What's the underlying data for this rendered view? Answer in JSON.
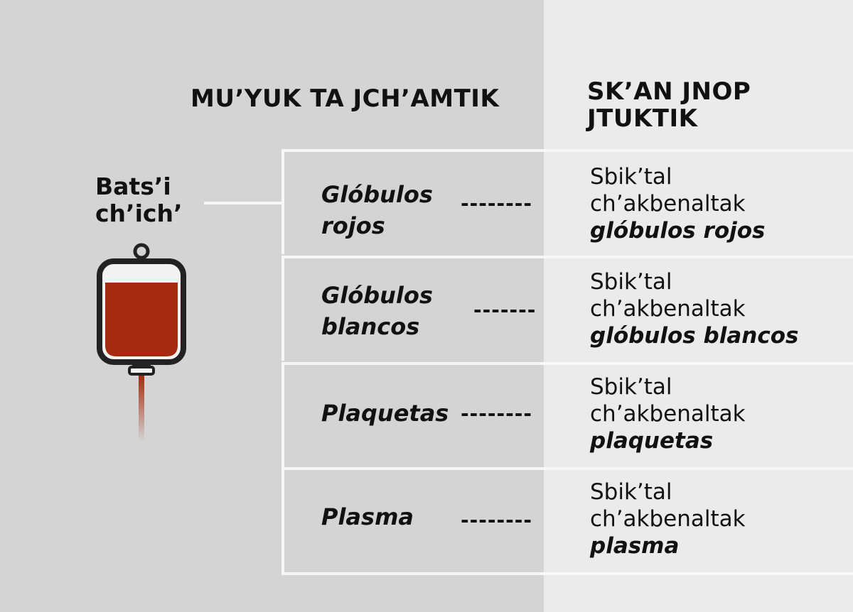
{
  "header": {
    "left_title": "MU’YUK TA JCH’AMTIK",
    "right_title": "SK’AN JNOP JTUKTIK"
  },
  "whole": {
    "label": "Bats’i ch’ich’",
    "icon": "blood-bag-icon",
    "blood_color": "#a52a0f"
  },
  "rows": [
    {
      "component": "Glóbulos rojos",
      "dashes": "--------",
      "line1": "Sbik’tal",
      "line2": "ch’akbenaltak",
      "emph": "glóbulos rojos"
    },
    {
      "component": "Glóbulos blancos",
      "dashes": "-------",
      "line1": "Sbik’tal",
      "line2": "ch’akbenaltak",
      "emph": "glóbulos blancos"
    },
    {
      "component": "Plaquetas",
      "dashes": "--------",
      "line1": "Sbik’tal",
      "line2": "ch’akbenaltak",
      "emph": "plaquetas"
    },
    {
      "component": "Plasma",
      "dashes": "--------",
      "line1": "Sbik’tal",
      "line2": "ch’akbenaltak",
      "emph": "plasma"
    }
  ]
}
